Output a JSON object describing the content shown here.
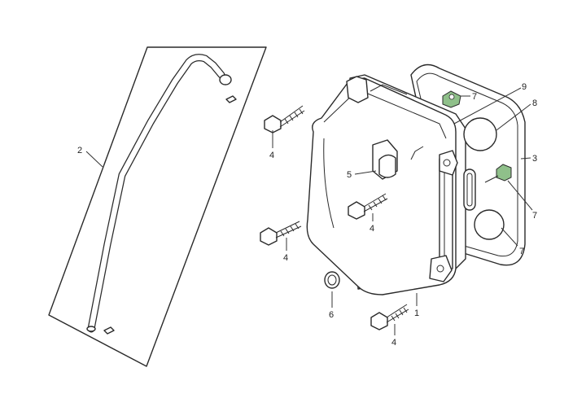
{
  "callouts": {
    "c1": "1",
    "c2": "2",
    "c3": "3",
    "c4a": "4",
    "c4b": "4",
    "c4c": "4",
    "c4d": "4",
    "c5": "5",
    "c6": "6",
    "c7a": "7",
    "c7b": "7",
    "c7c": "7",
    "c8": "8",
    "c9": "9"
  },
  "colors": {
    "line": "#2a2a2a",
    "grommet": "#8fc08a",
    "background": "#ffffff"
  }
}
